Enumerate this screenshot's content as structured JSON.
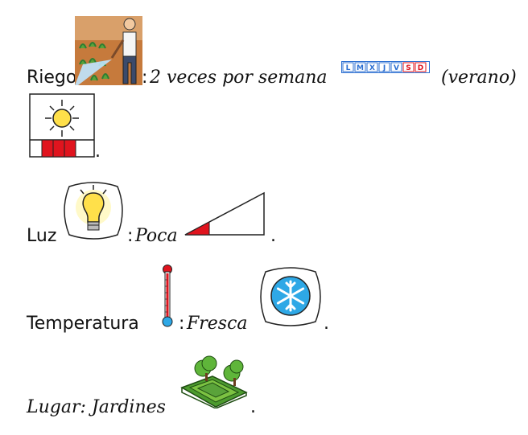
{
  "riego": {
    "label": "Riego",
    "sep": ":",
    "value": "2 veces por semana",
    "season": "(verano)",
    "days": [
      "L",
      "M",
      "X",
      "J",
      "V",
      "S",
      "D"
    ],
    "watering_icon": "person-watering-plants-icon",
    "calendar_icon": "week-days-calendar-icon",
    "sun_icon": "sun-calendar-icon"
  },
  "luz": {
    "label": "Luz",
    "sep": ":",
    "value": "Poca",
    "icon": "lightbulb-icon",
    "level_icon": "low-level-triangle-icon"
  },
  "temperatura": {
    "label": "Temperatura",
    "sep": ":",
    "value": "Fresca",
    "thermometer_icon": "thermometer-icon",
    "cold_icon": "snowflake-icon"
  },
  "lugar": {
    "label": "Lugar: Jardines",
    "icon": "garden-icon"
  },
  "period": ".",
  "colors": {
    "red": "#e0141e",
    "blue": "#2c6fd1",
    "yellow": "#ffe04a",
    "snow_blue": "#2ea8e6"
  }
}
